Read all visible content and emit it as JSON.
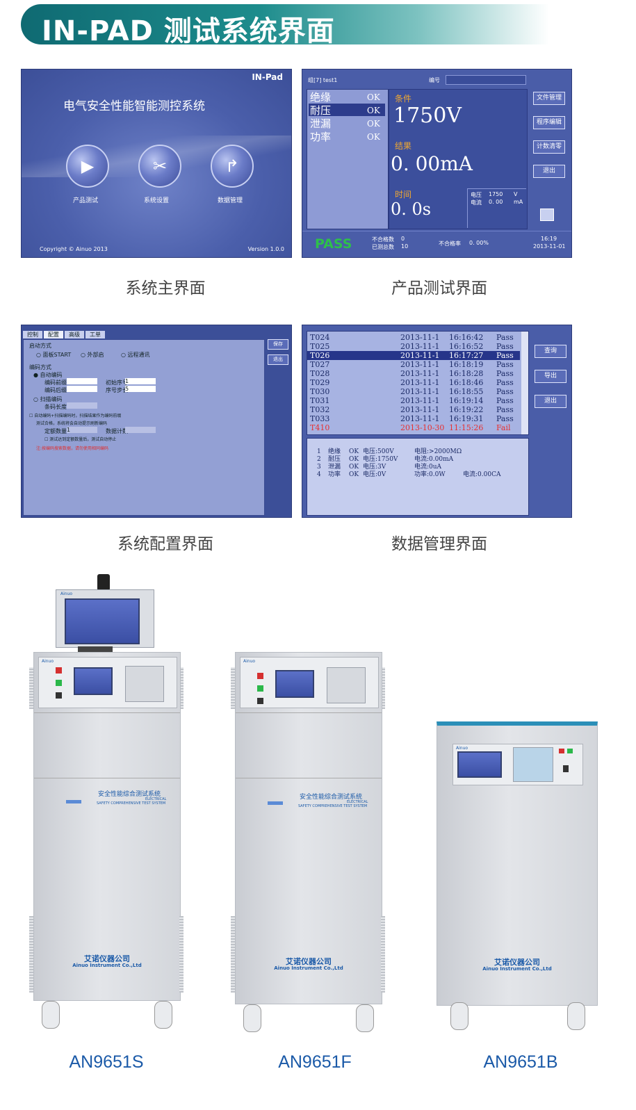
{
  "banner": {
    "title": "IN-PAD 测试系统界面"
  },
  "captions": {
    "main": "系统主界面",
    "test": "产品测试界面",
    "config": "系统配置界面",
    "data": "数据管理界面"
  },
  "main_screen": {
    "brand": "IN-Pad",
    "title": "电气安全性能智能测控系统",
    "buttons": [
      "产品测试",
      "系统设置",
      "数据管理"
    ],
    "copyright": "Copyright © Ainuo 2013",
    "version": "Version 1.0.0"
  },
  "test_screen": {
    "group": "组[7]  test1",
    "number_label": "编号",
    "items": [
      {
        "name": "绝缘",
        "status": "OK"
      },
      {
        "name": "耐压",
        "status": "OK"
      },
      {
        "name": "泄漏",
        "status": "OK"
      },
      {
        "name": "功率",
        "status": "OK"
      }
    ],
    "condition_label": "条件",
    "condition_value": "1750V",
    "result_label": "结果",
    "result_value": "0. 00mA",
    "time_label": "时间",
    "time_value": "0. 0s",
    "voltage_label": "电压",
    "voltage_value": "1750",
    "voltage_unit": "V",
    "current_label": "电流",
    "current_value": "0. 00",
    "current_unit": "mA",
    "buttons": [
      "文件管理",
      "程序编辑",
      "计数清零",
      "退出"
    ],
    "pass_text": "PASS",
    "fail_count_label": "不合格数",
    "fail_count": "0",
    "tested_label": "已测总数",
    "tested_count": "10",
    "fail_rate_label": "不合格率",
    "fail_rate": "0. 00%",
    "time": "16:19",
    "date": "2013-11-01"
  },
  "config_screen": {
    "tabs": [
      "控制",
      "配置",
      "高级",
      "工单"
    ],
    "start_mode": "启动方式",
    "start_options": [
      "面板START",
      "外部启",
      "远程通讯"
    ],
    "code_mode": "编码方式",
    "auto_code": "自动编码",
    "prefix_label": "编码前缀",
    "initial_label": "初始序号",
    "suffix_label": "编码后缀",
    "step_label": "序号步长",
    "initial_value": "1",
    "step_value": "5",
    "scan_code": "扫描编码",
    "scan_label": "条码长度",
    "opt1": "自动编码+扫描编码时，扫描结果作为编码前缀",
    "opt2": "测试合格，系统将会自动提示刷新编码",
    "quota_label": "定额数量",
    "quota_value": "1",
    "count_label": "数据计数",
    "opt3": "测试达到定额数量后，测试自动停止",
    "warning": "注:按编码搜索数据，请勿使用相同编码",
    "buttons": [
      "保存",
      "退出"
    ]
  },
  "data_screen": {
    "records": [
      {
        "id": "T024",
        "date": "2013-11-1",
        "time": "16:16:42",
        "result": "Pass"
      },
      {
        "id": "T025",
        "date": "2013-11-1",
        "time": "16:16:52",
        "result": "Pass"
      },
      {
        "id": "T026",
        "date": "2013-11-1",
        "time": "16:17:27",
        "result": "Pass"
      },
      {
        "id": "T027",
        "date": "2013-11-1",
        "time": "16:18:19",
        "result": "Pass"
      },
      {
        "id": "T028",
        "date": "2013-11-1",
        "time": "16:18:28",
        "result": "Pass"
      },
      {
        "id": "T029",
        "date": "2013-11-1",
        "time": "16:18:46",
        "result": "Pass"
      },
      {
        "id": "T030",
        "date": "2013-11-1",
        "time": "16:18:55",
        "result": "Pass"
      },
      {
        "id": "T031",
        "date": "2013-11-1",
        "time": "16:19:14",
        "result": "Pass"
      },
      {
        "id": "T032",
        "date": "2013-11-1",
        "time": "16:19:22",
        "result": "Pass"
      },
      {
        "id": "T033",
        "date": "2013-11-1",
        "time": "16:19:31",
        "result": "Pass"
      },
      {
        "id": "T410",
        "date": "2013-10-30",
        "time": "11:15:26",
        "result": "Fail"
      }
    ],
    "selected_index": 2,
    "details": [
      {
        "no": "1",
        "name": "绝缘",
        "status": "OK",
        "cond": "电压:500V",
        "res": "电阻:>2000MΩ",
        "extra": ""
      },
      {
        "no": "2",
        "name": "耐压",
        "status": "OK",
        "cond": "电压:1750V",
        "res": "电流:0.00mA",
        "extra": ""
      },
      {
        "no": "3",
        "name": "泄漏",
        "status": "OK",
        "cond": "电压:3V",
        "res": "电流:0uA",
        "extra": ""
      },
      {
        "no": "4",
        "name": "功率",
        "status": "OK",
        "cond": "电压:0V",
        "res": "功率:0.0W",
        "extra": "电流:0.00CA"
      }
    ],
    "buttons": [
      "查询",
      "导出",
      "退出"
    ]
  },
  "cabinets": [
    {
      "model": "AN9651S",
      "company": "艾诺仪器公司",
      "company_en": "Ainuo Instrument Co.,Ltd",
      "label": "安全性能综合测试系统",
      "label_en1": "ELECTRICAL",
      "label_en2": "SAFETY COMPREHENSIVE TEST SYSTEM"
    },
    {
      "model": "AN9651F",
      "company": "艾诺仪器公司",
      "company_en": "Ainuo Instrument Co.,Ltd",
      "label": "安全性能综合测试系统",
      "label_en1": "ELECTRICAL",
      "label_en2": "SAFETY COMPREHENSIVE TEST SYSTEM"
    },
    {
      "model": "AN9651B",
      "company": "艾诺仪器公司",
      "company_en": "Ainuo Instrument Co.,Ltd"
    }
  ],
  "brand_small": "Ainuo",
  "colors": {
    "screen_blue": "#4a5da8",
    "banner_teal": "#0f6a72",
    "model_blue": "#1b5aa8",
    "pass_green": "#2ec04a",
    "fail_red": "#e83030"
  }
}
